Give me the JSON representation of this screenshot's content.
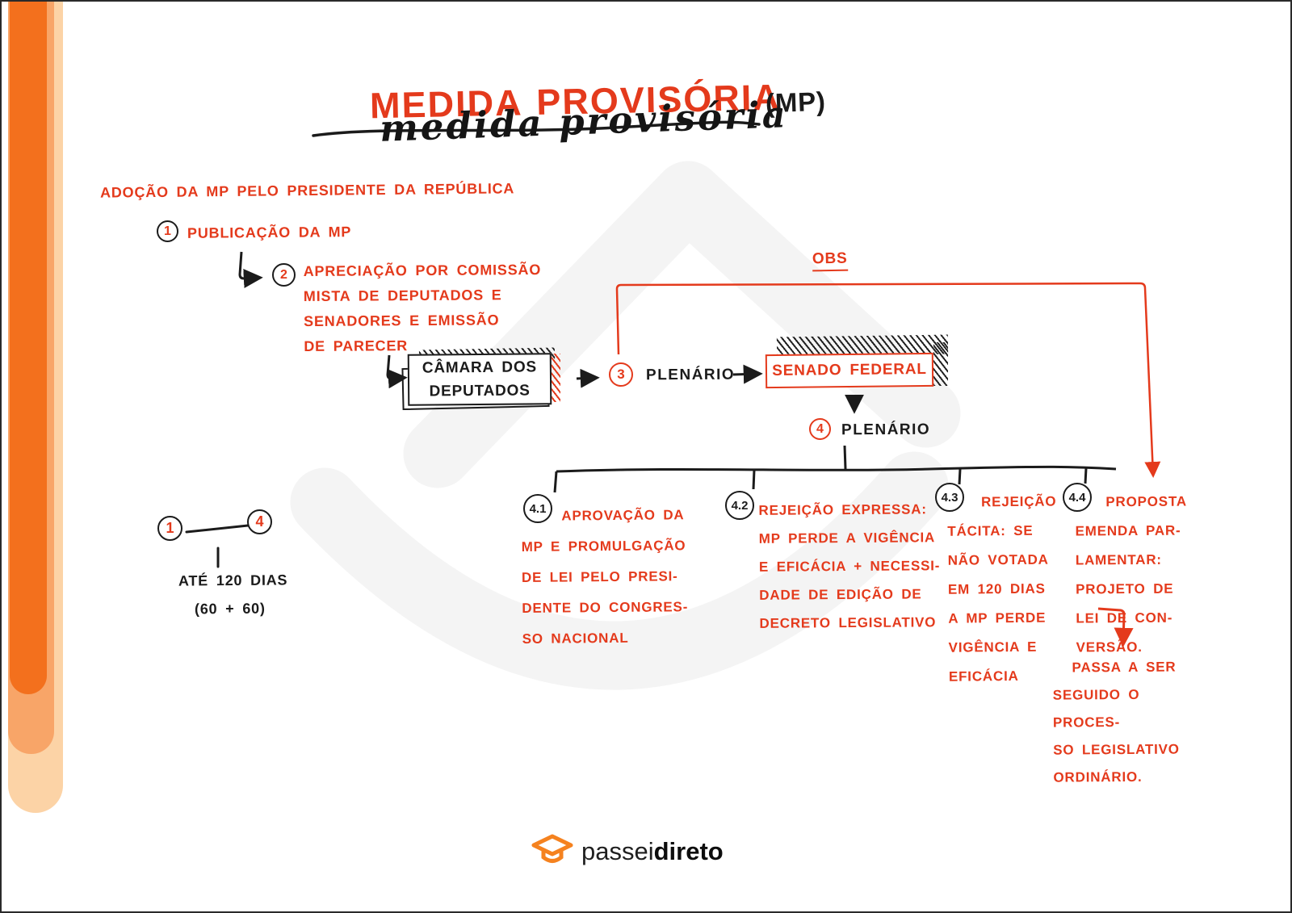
{
  "colors": {
    "red": "#e43a1c",
    "ink": "#1b1b1b",
    "orange": "#f5821f"
  },
  "title": {
    "main": "MEDIDA PROVISÓRIA",
    "suffix": "(MP)",
    "script_overlay": "medida provisória"
  },
  "flow": {
    "adoption": "ADOÇÃO DA MP PELO PRESIDENTE DA REPÚBLICA",
    "step1_num": "1",
    "step1_label": "PUBLICAÇÃO DA MP",
    "step2_num": "2",
    "step2_text": "APRECIAÇÃO POR COMISSÃO\nMISTA DE DEPUTADOS E\nSENADORES E EMISSÃO\nDE PARECER",
    "camara_box": "CÂMARA DOS\nDEPUTADOS",
    "step3_num": "3",
    "step3_label": "PLENÁRIO",
    "senado_box": "SENADO FEDERAL",
    "step4_num": "4",
    "step4_label": "PLENÁRIO",
    "obs_label": "OBS",
    "branch41_num": "4.1",
    "branch41_text": "APROVAÇÃO DA\nMP E PROMULGAÇÃO\nDE LEI PELO PRESI-\nDENTE DO CONGRES-\nSO NACIONAL",
    "branch42_num": "4.2",
    "branch42_text": "REJEIÇÃO EXPRESSA:\nMP PERDE A VIGÊNCIA\nE EFICÁCIA + NECESSI-\nDADE DE EDIÇÃO DE\nDECRETO LEGISLATIVO",
    "branch43_num": "4.3",
    "branch43_text": "REJEIÇÃO\nTÁCITA: SE\nNÃO VOTADA\nEM 120 DIAS\nA MP PERDE\nVIGÊNCIA E\nEFICÁCIA",
    "branch44_num": "4.4",
    "branch44_text": "PROPOSTA\nEMENDA PAR-\nLAMENTAR:\nPROJETO DE\nLEI DE CON-\nVERSÃO.",
    "followup_text": "PASSA A SER\nSEGUIDO O PROCES-\nSO LEGISLATIVO\nORDINÁRIO.",
    "duration_from": "1",
    "duration_to": "4",
    "duration_line1": "ATÉ 120 DIAS",
    "duration_line2": "(60 + 60)"
  },
  "footer": {
    "brand_regular": "passei",
    "brand_bold": "direto"
  }
}
